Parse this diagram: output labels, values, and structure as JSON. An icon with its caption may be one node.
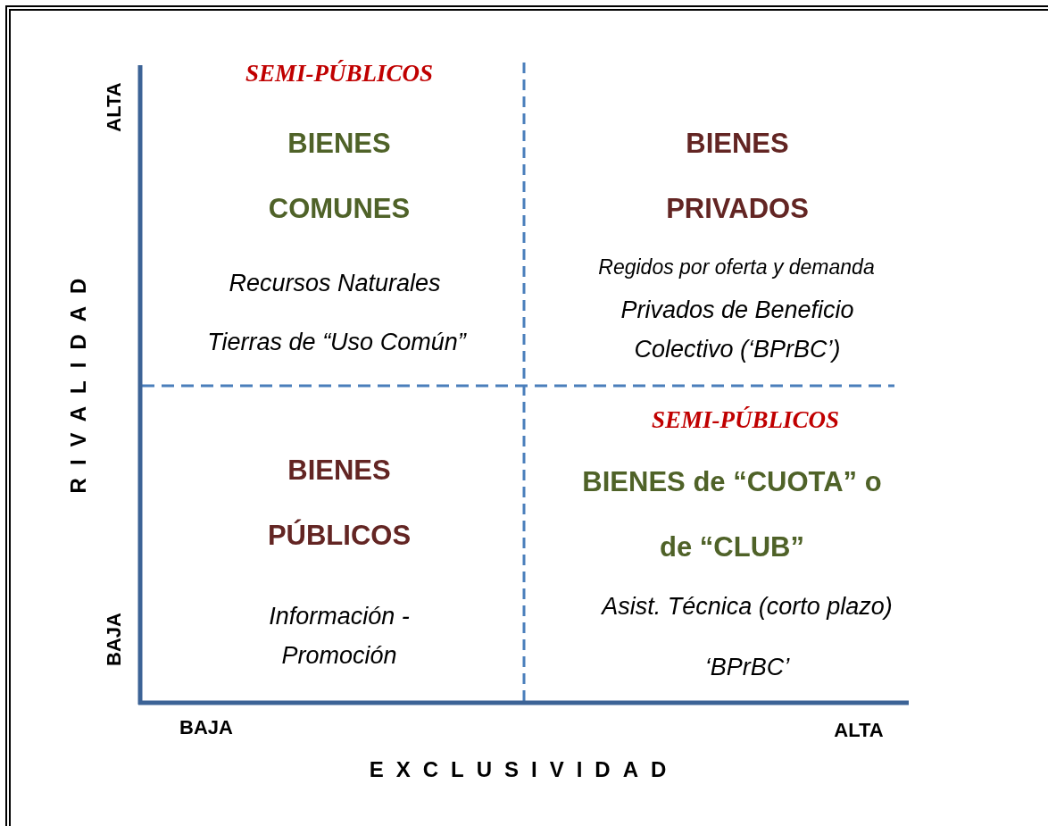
{
  "diagram": {
    "labels": [
      "SEMI-PÚBLICOS",
      "ALTA",
      "BIENES COMUNES",
      "BIENES PRIVADOS",
      "Recursos Naturales",
      "Regidos por oferta y demanda",
      "Privados de Beneficio Colectivo (‘BPrBC’)",
      "Tierras de “Uso Común”",
      "RIVALIDAD",
      "SEMI-PÚBLICOS",
      "BIENES PÚBLICOS",
      "BIENES de “CUOTA” o de “CLUB”",
      "Asist. Técnica (corto plazo)",
      "BAJA",
      "Información - Promoción",
      "‘BPrBC’",
      "BAJA",
      "ALTA",
      "EXCLUSIVIDAD"
    ]
  }
}
